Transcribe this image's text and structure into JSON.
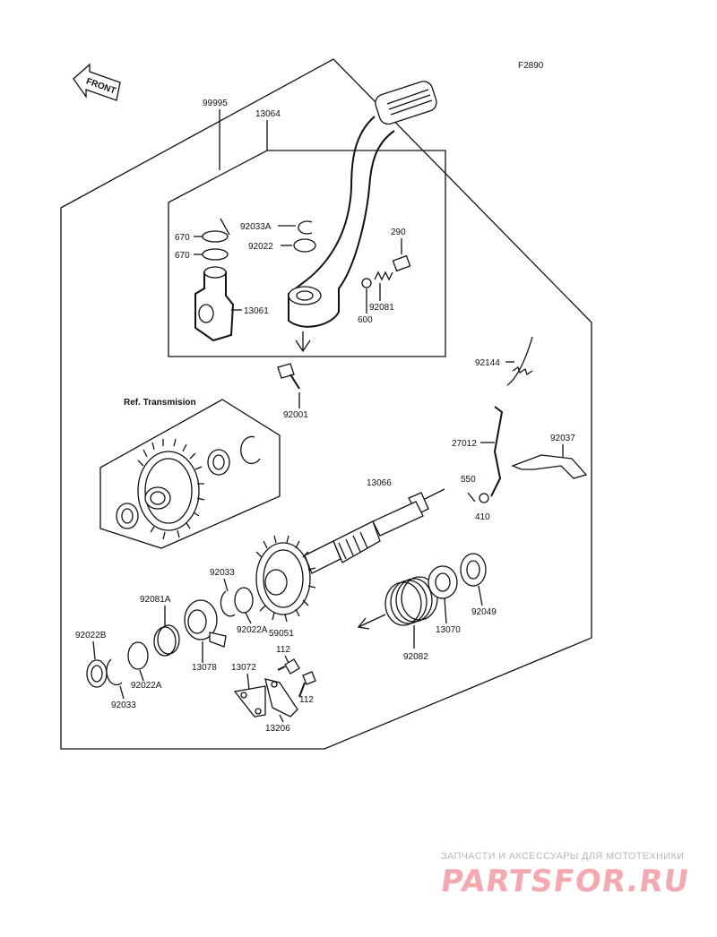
{
  "figure_code": "F2890",
  "front_label": "FRONT",
  "ref_label": "Ref. Transmision",
  "parts": {
    "p99995": "99995",
    "p13064": "13064",
    "p92033A": "92033A",
    "p92022": "92022",
    "p670a": "670",
    "p670b": "670",
    "p13061": "13061",
    "p290": "290",
    "p92081": "92081",
    "p600": "600",
    "p92001": "92001",
    "p92144": "92144",
    "p92037": "92037",
    "p27012": "27012",
    "p550": "550",
    "p410": "410",
    "p13066": "13066",
    "p92033_top": "92033",
    "p92081A": "92081A",
    "p92022A_top": "92022A",
    "p59051": "59051",
    "p92022B": "92022B",
    "p92022A_bottom": "92022A",
    "p92033_bottom": "92033",
    "p13078": "13078",
    "p112_top": "112",
    "p112_bottom": "112",
    "p13072": "13072",
    "p13206": "13206",
    "p92049": "92049",
    "p13070": "13070",
    "p92082": "92082"
  },
  "watermark": {
    "tagline": "ЗАПЧАСТИ И АКСЕССУАРЫ ДЛЯ МОТОТЕХНИКИ",
    "logo": "PARTSFOR.RU"
  },
  "colors": {
    "line": "#111111",
    "watermark_text": "#b9b9b9",
    "watermark_logo": "#f4a8b0"
  }
}
